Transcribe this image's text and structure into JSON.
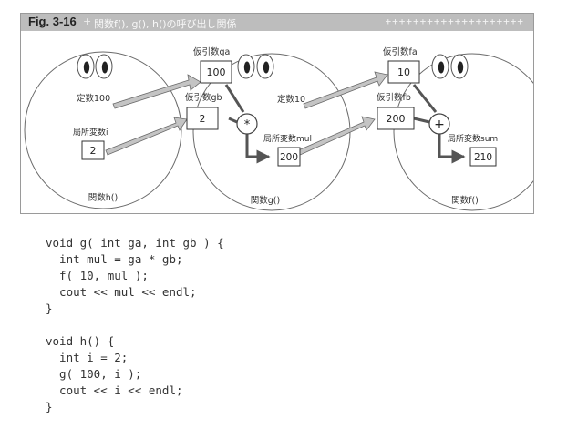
{
  "figure": {
    "label": "Fig. 3-16",
    "title": "関数f(), g(), h()の呼び出し関係",
    "header_plus": "++++++++++++++++++++",
    "functions": {
      "h": {
        "name": "関数h()",
        "const_label": "定数100",
        "local_label": "局所変数i",
        "local_value": "2"
      },
      "g": {
        "name": "関数g()",
        "param_a_label": "仮引数ga",
        "param_a_value": "100",
        "param_b_label": "仮引数gb",
        "param_b_value": "2",
        "operator": "*",
        "local_label": "局所変数mul",
        "local_value": "200"
      },
      "f": {
        "name": "関数f()",
        "const_label": "定数10",
        "param_a_label": "仮引数fa",
        "param_a_value": "10",
        "param_b_label": "仮引数fb",
        "param_b_value": "200",
        "operator": "+",
        "local_label": "局所変数sum",
        "local_value": "210"
      }
    },
    "colors": {
      "arrow_fill": "#c4c4c4",
      "flow_line": "#555555",
      "circle_stroke": "#6a6a6a",
      "header_bg": "#bdbdbd"
    }
  },
  "code_lines": [
    "void g( int ga, int gb ) {",
    "  int mul = ga * gb;",
    "  f( 10, mul );",
    "  cout << mul << endl;",
    "}",
    "",
    "void h() {",
    "  int i = 2;",
    "  g( 100, i );",
    "  cout << i << endl;",
    "}"
  ]
}
